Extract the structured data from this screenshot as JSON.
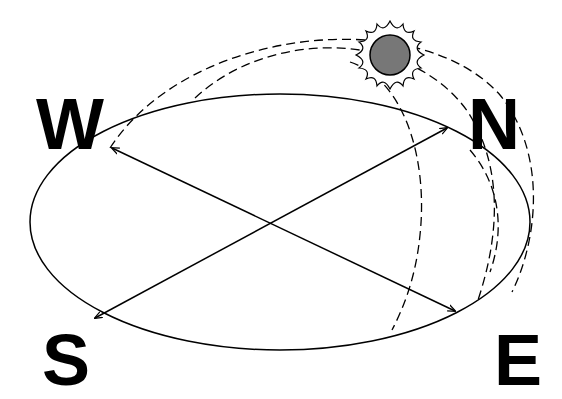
{
  "diagram": {
    "labels": [
      "W",
      "N",
      "S",
      "E"
    ]
  }
}
